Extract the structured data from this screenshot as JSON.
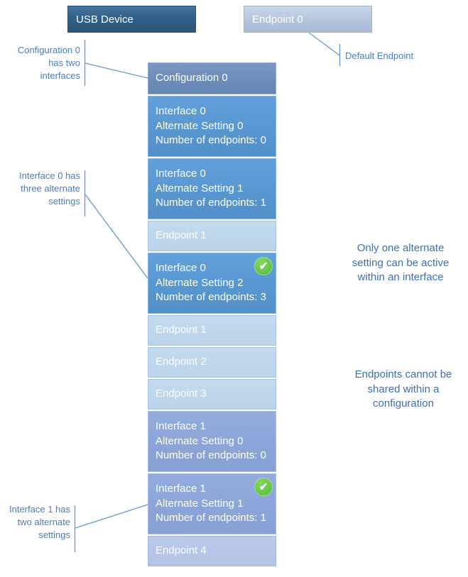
{
  "top": {
    "usb_device": "USB Device",
    "endpoint0": "Endpoint 0"
  },
  "callouts": {
    "configuration": "Configuration 0\nhas two\ninterfaces",
    "interface0": "Interface 0 has\nthree alternate\nsettings",
    "interface1": "Interface 1 has\ntwo alternate\nsettings",
    "default_endpoint": "Default Endpoint"
  },
  "notes": {
    "alternate_setting": "Only one alternate\nsetting can be active\nwithin an interface",
    "endpoints_shared": "Endpoints cannot be\nshared within a\nconfiguration"
  },
  "stack": [
    {
      "kind": "config",
      "name": "configuration-0-box",
      "label": "Configuration 0",
      "active": false
    },
    {
      "kind": "iface0",
      "name": "interface-0-alt-setting-0-box",
      "lines": [
        "Interface 0",
        "Alternate Setting 0",
        "Number of endpoints: 0"
      ],
      "active": false
    },
    {
      "kind": "iface0",
      "name": "interface-0-alt-setting-1-box",
      "lines": [
        "Interface 0",
        "Alternate Setting 1",
        "Number of endpoints: 1"
      ],
      "active": false
    },
    {
      "kind": "epblue",
      "name": "endpoint-1-box",
      "label": "Endpoint 1",
      "active": false
    },
    {
      "kind": "iface0",
      "name": "interface-0-alt-setting-2-box",
      "lines": [
        "Interface 0",
        "Alternate Setting 2",
        "Number of endpoints: 3"
      ],
      "active": true
    },
    {
      "kind": "epblue",
      "name": "endpoint-1-box",
      "label": "Endpoint 1",
      "active": false
    },
    {
      "kind": "epblue",
      "name": "endpoint-2-box",
      "label": "Endpoint 2",
      "active": false
    },
    {
      "kind": "epblue",
      "name": "endpoint-3-box",
      "label": "Endpoint 3",
      "active": false
    },
    {
      "kind": "iface1",
      "name": "interface-1-alt-setting-0-box",
      "lines": [
        "Interface 1",
        "Alternate Setting 0",
        "Number of endpoints: 0"
      ],
      "active": false
    },
    {
      "kind": "iface1",
      "name": "interface-1-alt-setting-1-box",
      "lines": [
        "Interface 1",
        "Alternate Setting 1",
        "Number of endpoints: 1"
      ],
      "active": true
    },
    {
      "kind": "eppurple",
      "name": "endpoint-4-box",
      "label": "Endpoint 4",
      "active": false
    }
  ],
  "colors": {
    "usb_device": "#2e5a7e",
    "endpoint0_top": "#aec2dc",
    "configuration": "#7090be",
    "interface0": "#5b9bd5",
    "interface1": "#8ca5d7",
    "endpoint_blue": "#bdd6ec",
    "endpoint_purple": "#b7c6e8",
    "active_check_green": "#5bbe3f",
    "connector_line": "#6b9bd7",
    "annotation_text": "#4472b8"
  }
}
